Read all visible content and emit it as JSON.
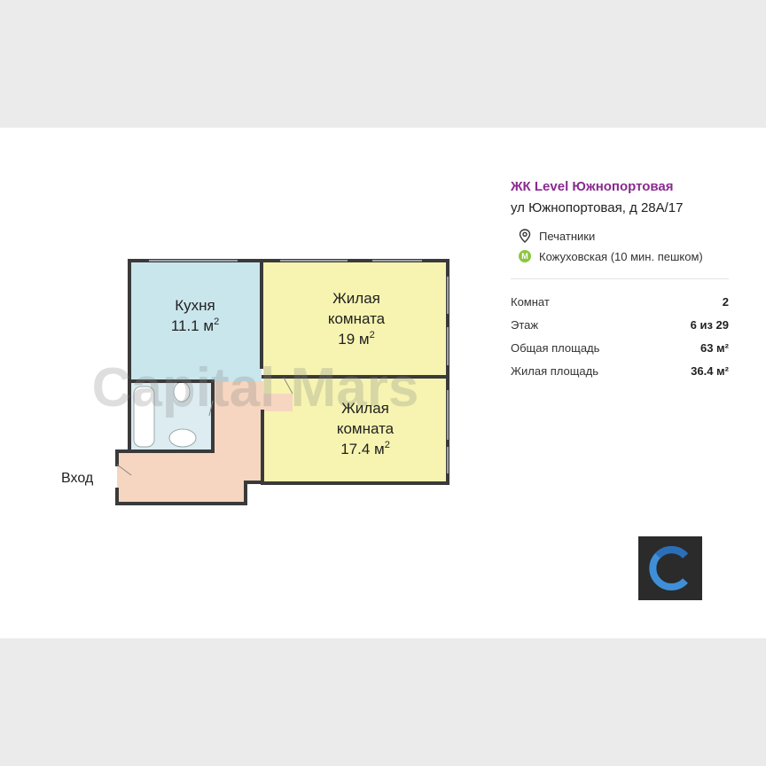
{
  "listing": {
    "complex_name": "ЖК Level Южнопортовая",
    "address": "ул Южнопортовая, д 28А/17",
    "district": "Печатники",
    "metro_badge": "M",
    "metro": "Кожуховская (10 мин. пешком)"
  },
  "specs": [
    {
      "label": "Комнат",
      "value": "2"
    },
    {
      "label": "Этаж",
      "value": "6 из 29"
    },
    {
      "label": "Общая площадь",
      "value": "63 м²"
    },
    {
      "label": "Жилая площадь",
      "value": "36.4 м²"
    }
  ],
  "floorplan": {
    "watermark": "Capital Mars",
    "entrance_label": "Вход",
    "rooms": {
      "kitchen": {
        "name": "Кухня",
        "area": "11.1 м",
        "sup": "2"
      },
      "living1": {
        "name1": "Жилая",
        "name2": "комната",
        "area": "19 м",
        "sup": "2"
      },
      "living2": {
        "name1": "Жилая",
        "name2": "комната",
        "area": "17.4 м",
        "sup": "2"
      }
    }
  },
  "colors": {
    "accent": "#8a2a8f",
    "kitchen": "#c9e6ec",
    "living": "#f6f4b0",
    "hall": "#f6d6c0",
    "metro": "#8cc63f",
    "logo_bg": "#2b2b2b",
    "logo_ring": "#3f8fd8"
  }
}
